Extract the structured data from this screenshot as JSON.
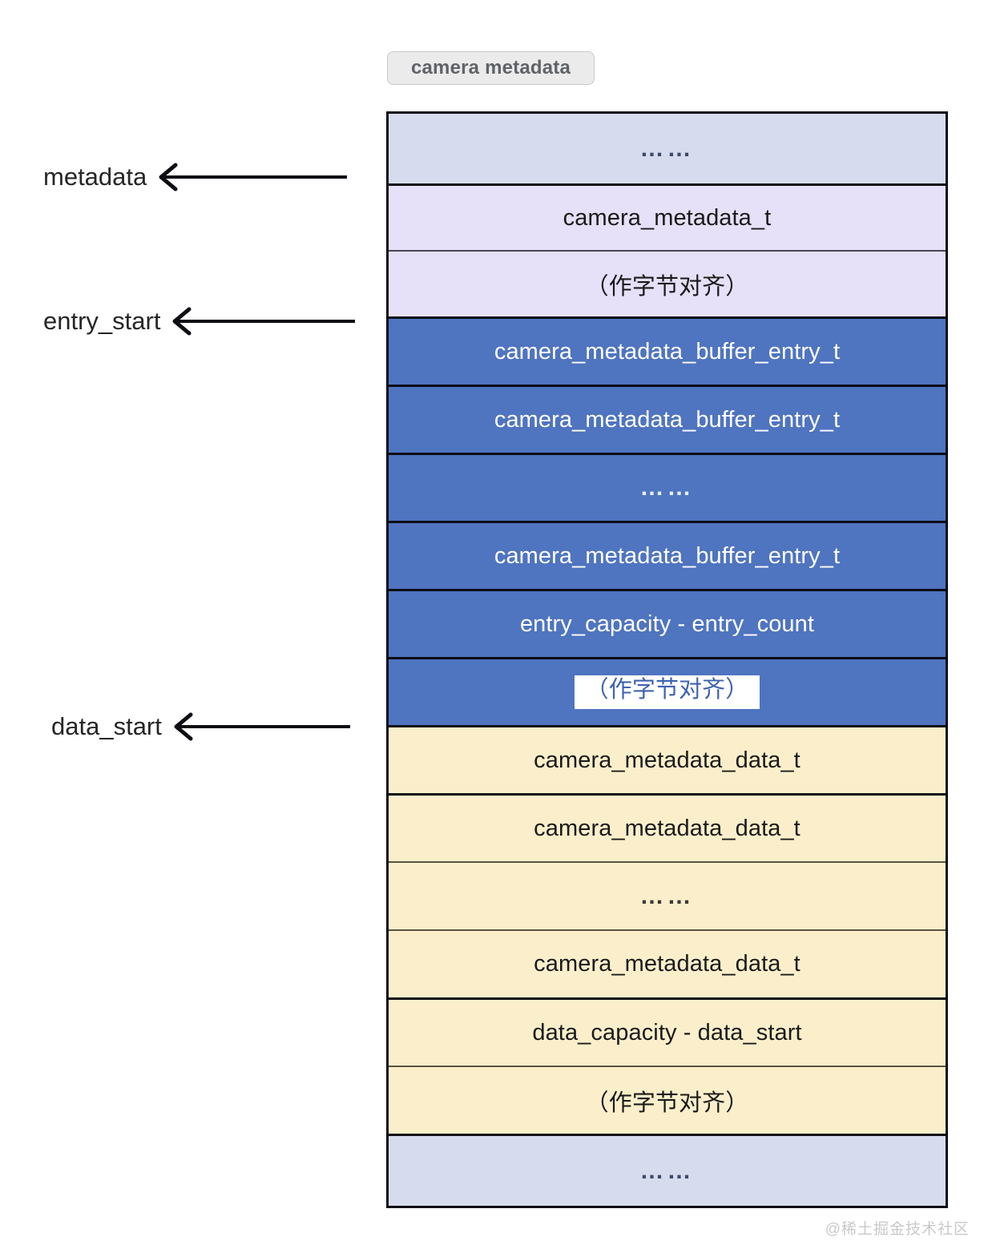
{
  "title": {
    "badge_label": "camera metadata"
  },
  "pointers": [
    {
      "id": "metadata",
      "label": "metadata",
      "icon": "left-arrow-icon"
    },
    {
      "id": "entry_start",
      "label": "entry_start",
      "icon": "left-arrow-icon"
    },
    {
      "id": "data_start",
      "label": "data_start",
      "icon": "left-arrow-icon"
    }
  ],
  "memory_layout": {
    "rows": [
      {
        "id": "top-ellipsis",
        "text": "……",
        "section": "lavender",
        "kind": "ellipsis"
      },
      {
        "id": "camera-metadata-t",
        "text": "camera_metadata_t",
        "section": "purple",
        "kind": "text"
      },
      {
        "id": "header-align",
        "text": "（作字节对齐）",
        "section": "purple",
        "kind": "text"
      },
      {
        "id": "entry-1",
        "text": "camera_metadata_buffer_entry_t",
        "section": "blue",
        "kind": "text"
      },
      {
        "id": "entry-2",
        "text": "camera_metadata_buffer_entry_t",
        "section": "blue",
        "kind": "text"
      },
      {
        "id": "entry-ellipsis",
        "text": "……",
        "section": "blue",
        "kind": "ellipsis"
      },
      {
        "id": "entry-n",
        "text": "camera_metadata_buffer_entry_t",
        "section": "blue",
        "kind": "text"
      },
      {
        "id": "entry-free",
        "text": "entry_capacity - entry_count",
        "section": "blue",
        "kind": "text"
      },
      {
        "id": "entry-align",
        "text": "（作字节对齐）",
        "section": "blue",
        "kind": "highlight"
      },
      {
        "id": "data-1",
        "text": "camera_metadata_data_t",
        "section": "cream",
        "kind": "text"
      },
      {
        "id": "data-2",
        "text": "camera_metadata_data_t",
        "section": "cream",
        "kind": "text"
      },
      {
        "id": "data-ellipsis",
        "text": "……",
        "section": "cream",
        "kind": "ellipsis"
      },
      {
        "id": "data-n",
        "text": "camera_metadata_data_t",
        "section": "cream",
        "kind": "text"
      },
      {
        "id": "data-free",
        "text": "data_capacity - data_start",
        "section": "cream",
        "kind": "text"
      },
      {
        "id": "data-align",
        "text": "（作字节对齐）",
        "section": "cream",
        "kind": "text"
      },
      {
        "id": "bottom-ellipsis",
        "text": "……",
        "section": "lavender",
        "kind": "ellipsis"
      }
    ]
  },
  "watermark": {
    "text": "@稀土掘金技术社区"
  },
  "colors": {
    "lavender": "#d6dcee",
    "purple": "#e6e0f8",
    "blue": "#4f74c0",
    "cream": "#fbefcb",
    "border": "#0d0d14",
    "badge_bg": "#ebebeb",
    "badge_text": "#5f6368",
    "highlight_text": "#3f63b0",
    "highlight_bg": "#ffffff",
    "watermark": "#c9c9c9"
  }
}
